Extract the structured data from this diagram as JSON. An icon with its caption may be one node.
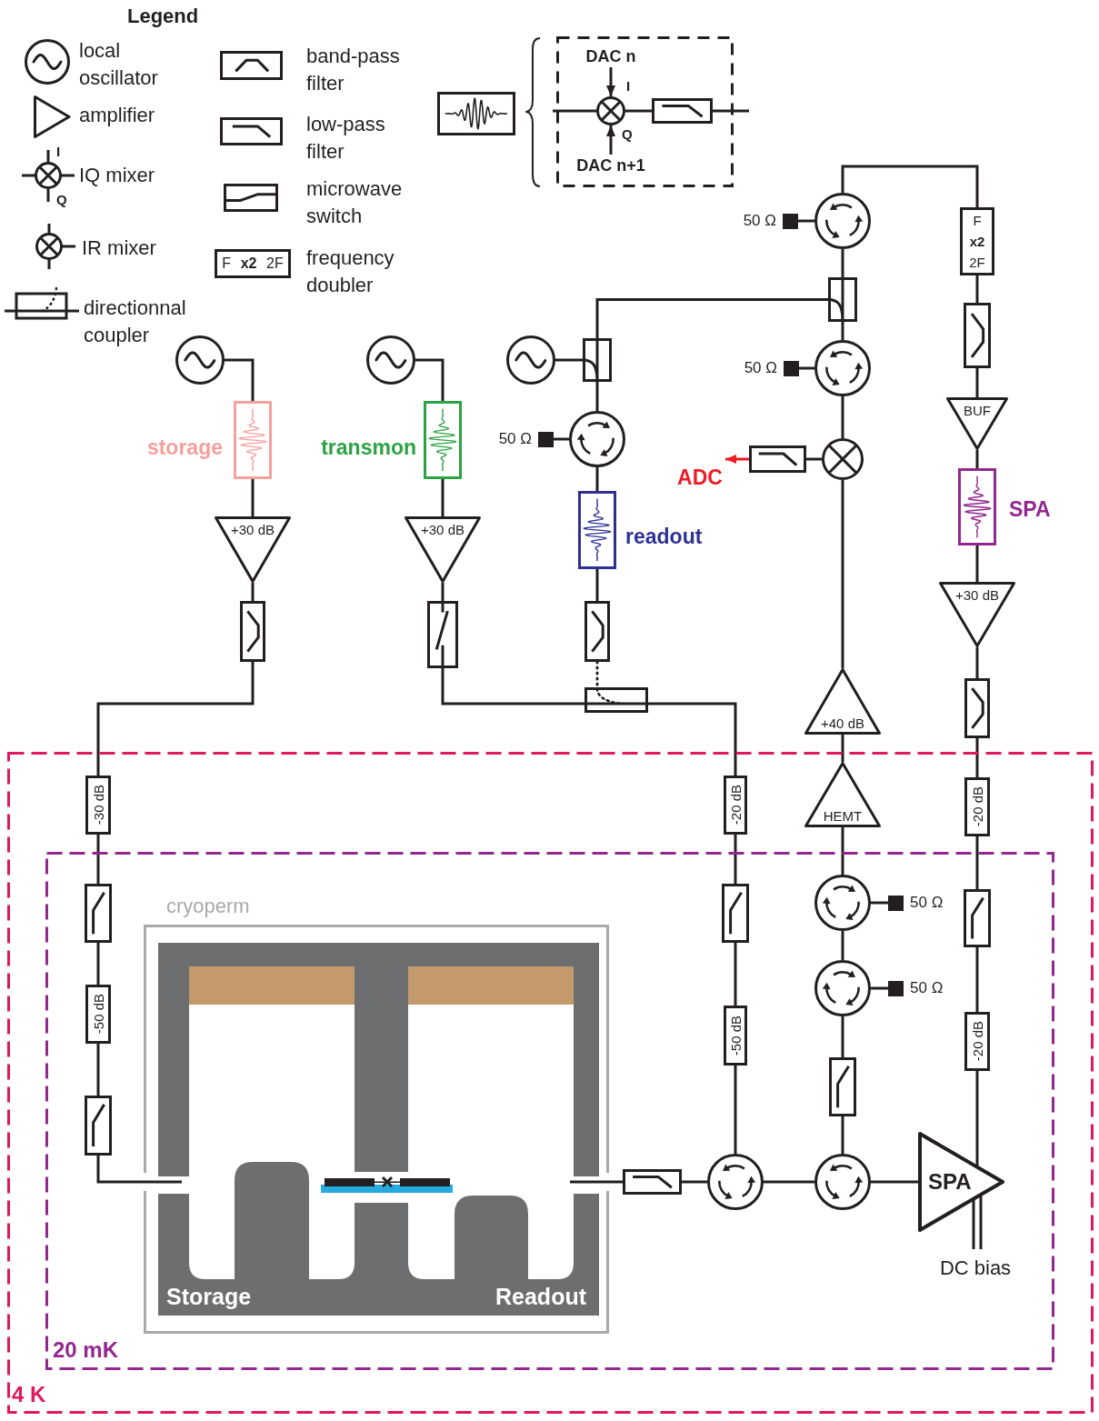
{
  "diagram": {
    "nodes": [
      {
        "text": [],
        "shape": "box"
      },
      {
        "text": [],
        "shape": "box"
      },
      {
        "text": [
          "DAC n"
        ],
        "in": 1
      },
      {
        "text": [],
        "shape": "circle",
        "in": 1
      },
      {
        "text": [],
        "shape": "box",
        "in": 1
      },
      {
        "text": [
          "DAC n+1"
        ],
        "in": 1
      },
      {
        "text": [],
        "shape": "circle"
      },
      {
        "text": [],
        "shape": "box",
        "beside": [
          "storage"
        ]
      },
      {
        "text": [
          "+30 dB"
        ]
      },
      {
        "text": [],
        "shape": "box"
      },
      {
        "text": [],
        "shape": "circle"
      },
      {
        "text": [],
        "shape": "box",
        "beside": [
          "transmon"
        ]
      },
      {
        "text": [
          "+30 dB"
        ]
      },
      {
        "text": [],
        "shape": "box"
      },
      {
        "text": [],
        "shape": "circle"
      },
      {
        "text": [],
        "shape": "box"
      },
      {
        "text": [
          "50 Ω"
        ]
      },
      {
        "text": [],
        "shape": "circle"
      },
      {
        "text": [],
        "shape": "box",
        "beside": [
          "readout"
        ]
      },
      {
        "text": [],
        "shape": "box"
      },
      {
        "text": [],
        "shape": "box"
      },
      {
        "text": [],
        "shape": "circle"
      },
      {
        "text": [
          "50 Ω"
        ]
      },
      {
        "text": [],
        "shape": "box"
      },
      {
        "text": [],
        "shape": "circle"
      },
      {
        "text": [
          "50 Ω"
        ]
      },
      {
        "text": [
          "ADC"
        ]
      },
      {
        "text": [],
        "shape": "box"
      },
      {
        "text": [],
        "shape": "circle"
      },
      {
        "text": [
          "+40 dB"
        ]
      },
      {
        "text": [
          "F",
          "x2",
          "2F"
        ]
      },
      {
        "text": [],
        "shape": "box"
      },
      {
        "text": [
          "BUF"
        ]
      },
      {
        "text": [],
        "shape": "box",
        "beside": [
          "SPA"
        ]
      },
      {
        "text": [
          "+30 dB"
        ]
      },
      {
        "text": [],
        "shape": "box"
      },
      {
        "text": [
          "4 K"
        ]
      },
      {
        "text": [
          "-30 dB"
        ],
        "in": 36
      },
      {
        "text": [
          "-20 dB"
        ],
        "in": 36
      },
      {
        "text": [
          "HEMT"
        ],
        "in": 36
      },
      {
        "text": [
          "-20 dB"
        ],
        "in": 36
      },
      {
        "text": [
          "20 mK"
        ],
        "in": 36
      },
      {
        "text": [],
        "shape": "box",
        "in": 41
      },
      {
        "text": [
          "-50 dB"
        ],
        "in": 41
      },
      {
        "text": [],
        "shape": "box",
        "in": 41
      },
      {
        "text": [
          "cryoperm"
        ],
        "in": 41
      },
      {
        "text": [
          "Storage",
          "Readout"
        ],
        "in": 45
      },
      {
        "text": [],
        "shape": "box",
        "in": 41
      },
      {
        "text": [
          "-50 dB"
        ],
        "in": 41
      },
      {
        "text": [],
        "shape": "circle",
        "in": 41
      },
      {
        "text": [
          "50 Ω"
        ],
        "in": 41
      },
      {
        "text": [],
        "shape": "circle",
        "in": 41
      },
      {
        "text": [
          "50 Ω"
        ],
        "in": 41
      },
      {
        "text": [],
        "shape": "box",
        "in": 41
      },
      {
        "text": [
          "-20 dB"
        ],
        "in": 41
      },
      {
        "text": [],
        "shape": "box",
        "in": 41
      },
      {
        "text": [],
        "shape": "box",
        "in": 41
      },
      {
        "text": [],
        "shape": "circle",
        "in": 41
      },
      {
        "text": [],
        "shape": "circle",
        "in": 41
      },
      {
        "text": [
          "SPA"
        ],
        "in": 41
      },
      {
        "text": [
          "DC bias"
        ],
        "in": 41
      }
    ],
    "edges": [
      {
        "from": 2,
        "to": 3,
        "arrow": "to",
        "label": "I"
      },
      {
        "from": 5,
        "to": 3,
        "arrow": "to",
        "label": "Q"
      },
      {
        "from": null,
        "to": 3,
        "arrow": "none"
      },
      {
        "from": 3,
        "to": 4,
        "arrow": "none"
      },
      {
        "from": 4,
        "to": null,
        "arrow": "none"
      },
      {
        "from": 6,
        "to": 7,
        "arrow": "none"
      },
      {
        "from": 7,
        "to": 8,
        "arrow": "none"
      },
      {
        "from": 8,
        "to": 9,
        "arrow": "none"
      },
      {
        "from": 9,
        "to": 37,
        "arrow": "none"
      },
      {
        "from": 37,
        "to": 42,
        "arrow": "none"
      },
      {
        "from": 42,
        "to": 43,
        "arrow": "none"
      },
      {
        "from": 43,
        "to": 44,
        "arrow": "none"
      },
      {
        "from": 44,
        "to": 46,
        "arrow": "none"
      },
      {
        "from": 10,
        "to": 11,
        "arrow": "none"
      },
      {
        "from": 11,
        "to": 12,
        "arrow": "none"
      },
      {
        "from": 12,
        "to": 13,
        "arrow": "none"
      },
      {
        "from": 13,
        "to": 20,
        "arrow": "none"
      },
      {
        "from": 20,
        "to": 38,
        "arrow": "none"
      },
      {
        "from": 38,
        "to": 47,
        "arrow": "none"
      },
      {
        "from": 47,
        "to": 48,
        "arrow": "none"
      },
      {
        "from": 48,
        "to": 57,
        "arrow": "none"
      },
      {
        "from": 14,
        "to": 15,
        "arrow": "none"
      },
      {
        "from": 15,
        "to": 23,
        "arrow": "none"
      },
      {
        "from": 15,
        "to": 17,
        "arrow": "none"
      },
      {
        "from": 17,
        "to": 16,
        "arrow": "none"
      },
      {
        "from": 17,
        "to": 18,
        "arrow": "none"
      },
      {
        "from": 18,
        "to": 19,
        "arrow": "none"
      },
      {
        "from": 19,
        "to": 20,
        "arrow": "none",
        "style": "dashed"
      },
      {
        "from": 46,
        "to": 56,
        "arrow": "none"
      },
      {
        "from": 56,
        "to": 57,
        "arrow": "none"
      },
      {
        "from": 57,
        "to": 58,
        "arrow": "none"
      },
      {
        "from": 58,
        "to": 59,
        "arrow": "none"
      },
      {
        "from": 58,
        "to": 55,
        "arrow": "none"
      },
      {
        "from": 55,
        "to": 51,
        "arrow": "none"
      },
      {
        "from": 51,
        "to": 52,
        "arrow": "none"
      },
      {
        "from": 51,
        "to": 49,
        "arrow": "none"
      },
      {
        "from": 49,
        "to": 50,
        "arrow": "none"
      },
      {
        "from": 49,
        "to": 39,
        "arrow": "none"
      },
      {
        "from": 39,
        "to": 29,
        "arrow": "none"
      },
      {
        "from": 29,
        "to": 28,
        "arrow": "none"
      },
      {
        "from": 28,
        "to": 27,
        "arrow": "none"
      },
      {
        "from": 27,
        "to": 26,
        "arrow": "to",
        "color": "#ed1c24"
      },
      {
        "from": 28,
        "to": 24,
        "arrow": "none"
      },
      {
        "from": 24,
        "to": 25,
        "arrow": "none"
      },
      {
        "from": 24,
        "to": 23,
        "arrow": "none"
      },
      {
        "from": 23,
        "to": 21,
        "arrow": "none"
      },
      {
        "from": 21,
        "to": 22,
        "arrow": "none"
      },
      {
        "from": 21,
        "to": 30,
        "arrow": "none"
      },
      {
        "from": 30,
        "to": 31,
        "arrow": "none"
      },
      {
        "from": 31,
        "to": 32,
        "arrow": "none"
      },
      {
        "from": 32,
        "to": 33,
        "arrow": "none"
      },
      {
        "from": 33,
        "to": 34,
        "arrow": "none"
      },
      {
        "from": 34,
        "to": 35,
        "arrow": "none"
      },
      {
        "from": 35,
        "to": 40,
        "arrow": "none"
      },
      {
        "from": 40,
        "to": 53,
        "arrow": "none"
      },
      {
        "from": 53,
        "to": 54,
        "arrow": "none"
      },
      {
        "from": 54,
        "to": 59,
        "arrow": "none"
      },
      {
        "from": 59,
        "to": 60,
        "arrow": "none"
      }
    ],
    "labels": [
      "Legend",
      "I",
      "Q",
      "F",
      "x2",
      "2F"
    ],
    "legend": [
      {
        "text": "local oscillator"
      },
      {
        "text": "amplifier"
      },
      {
        "text": "IQ mixer"
      },
      {
        "text": "IR mixer"
      },
      {
        "text": "directionnal coupler"
      },
      {
        "text": "band-pass filter"
      },
      {
        "text": "low-pass filter"
      },
      {
        "text": "microwave switch"
      },
      {
        "text": "frequency doubler"
      }
    ]
  }
}
